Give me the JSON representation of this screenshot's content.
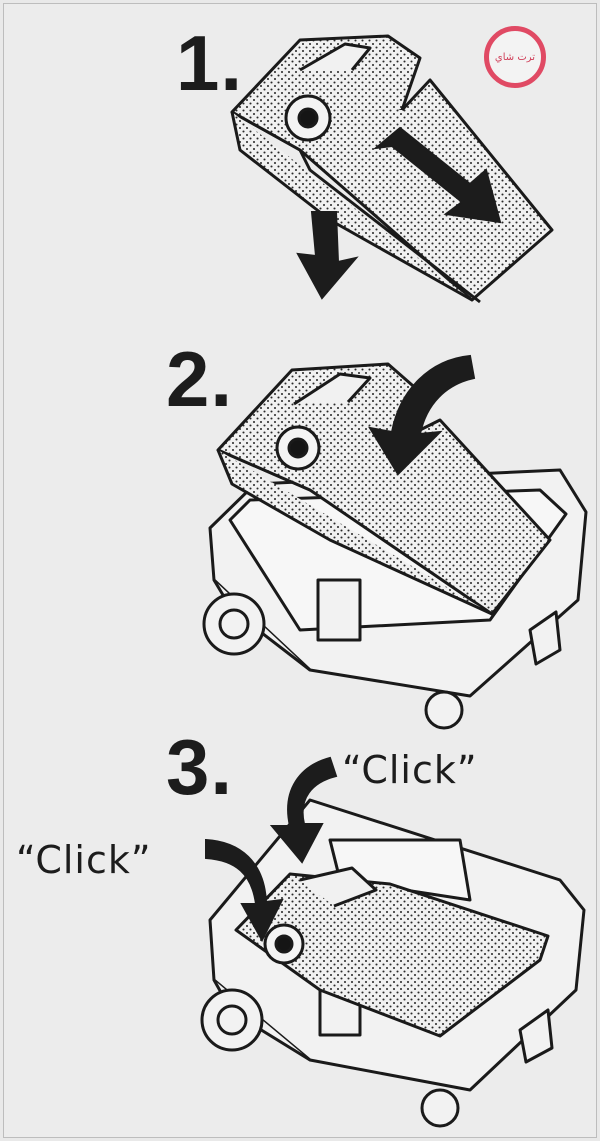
{
  "steps": [
    {
      "number": "1."
    },
    {
      "number": "2."
    },
    {
      "number": "3."
    }
  ],
  "click_labels": {
    "right": "“Click”",
    "left": "“Click”"
  },
  "logo": {
    "text": "ترت شاي",
    "color": "#e04a64"
  }
}
